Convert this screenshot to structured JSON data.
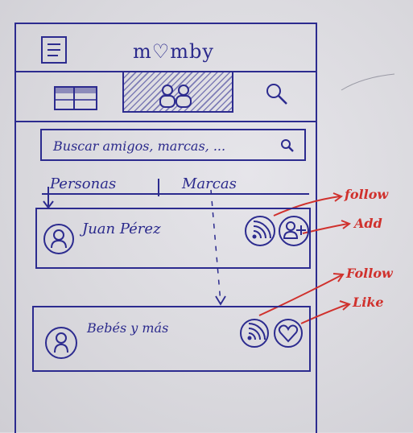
{
  "header": {
    "logo_text": "m♡mby"
  },
  "tabs": [
    {
      "icon": "feed-icon",
      "selected": false
    },
    {
      "icon": "people-icon",
      "selected": true
    },
    {
      "icon": "search-icon",
      "selected": false
    }
  ],
  "search": {
    "placeholder": "Buscar amigos, marcas, ..."
  },
  "segments": {
    "personas": "Personas",
    "marcas": "Marcas"
  },
  "results": [
    {
      "name": "Juan Pérez",
      "actions": [
        "follow-icon",
        "add-friend-icon"
      ]
    },
    {
      "name": "Bebés y más",
      "actions": [
        "follow-icon",
        "like-icon"
      ]
    }
  ],
  "annotations": {
    "follow_1": "follow",
    "add": "Add",
    "follow_2": "Follow",
    "like": "Like"
  },
  "colors": {
    "ink": "#2c2b8f",
    "annotation": "#d0312d",
    "paper": "#dcdbe0"
  }
}
